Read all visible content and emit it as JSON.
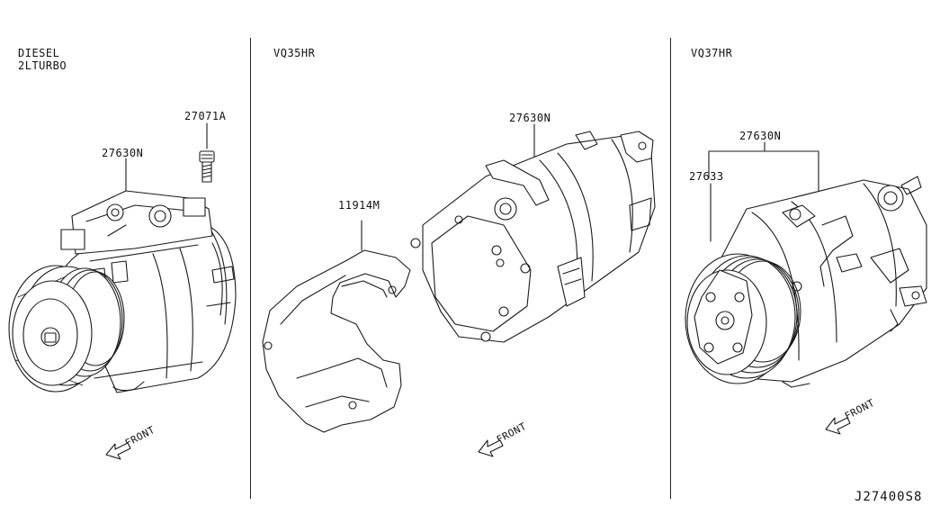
{
  "panels": [
    {
      "heading_lines": [
        "DIESEL",
        "2LTURBO"
      ],
      "callouts": [
        "27071A",
        "27630N"
      ],
      "front_label": "FRONT"
    },
    {
      "heading_lines": [
        "VQ35HR"
      ],
      "callouts": [
        "27630N",
        "11914M"
      ],
      "front_label": "FRONT"
    },
    {
      "heading_lines": [
        "VQ37HR"
      ],
      "callouts": [
        "27630N",
        "27633"
      ],
      "front_label": "FRONT"
    }
  ],
  "diagram_code": "J27400S8"
}
